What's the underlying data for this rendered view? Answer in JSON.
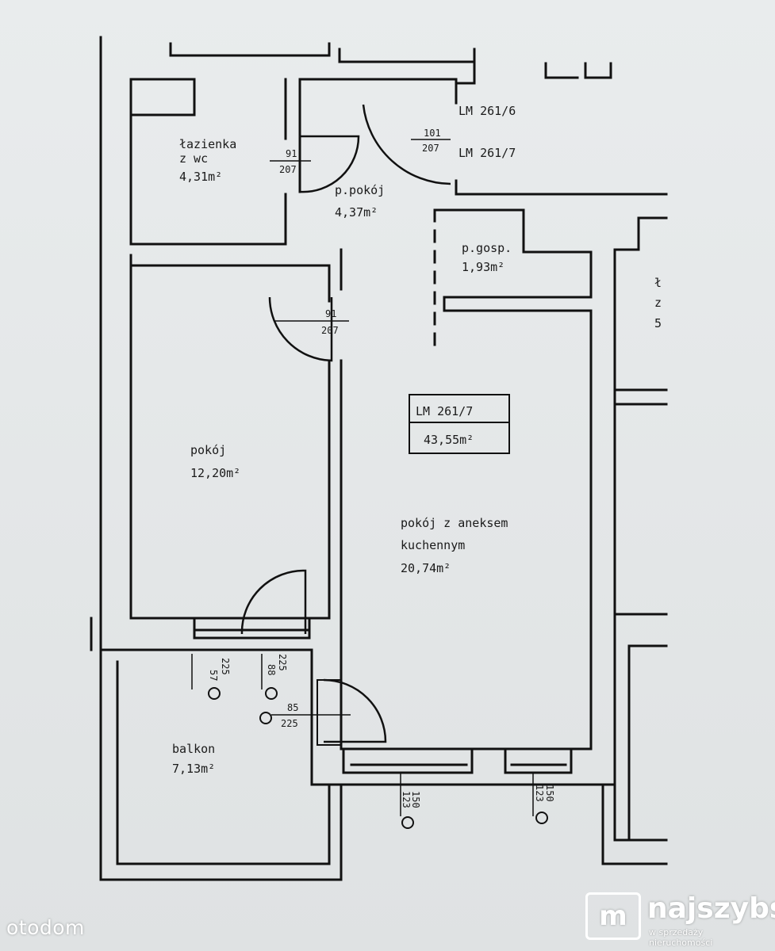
{
  "rooms": {
    "bathroom": {
      "name_line1": "łazienka",
      "name_line2": "z wc",
      "area": "4,31m²"
    },
    "hallway": {
      "name": "p.pokój",
      "area": "4,37m²"
    },
    "storage": {
      "name": "p.gosp.",
      "area": "1,93m²"
    },
    "bedroom": {
      "name": "pokój",
      "area": "12,20m²"
    },
    "living": {
      "name_line1": "pokój z aneksem",
      "name_line2": "kuchennym",
      "area": "20,74m²"
    },
    "balcony": {
      "name": "balkon",
      "area": "7,13m²"
    },
    "neighbor_partial": {
      "line1": "ł",
      "line2": "z",
      "line3": "5"
    }
  },
  "unit_box": {
    "id": "LM 261/7",
    "area": "43,55m²"
  },
  "neighbor_labels": {
    "lm_6": "LM 261/6",
    "lm_7": "LM 261/7"
  },
  "doors": {
    "entry": {
      "width": "101",
      "height": "207"
    },
    "bathroom": {
      "width": "91",
      "height": "207"
    },
    "bedroom": {
      "width": "91",
      "height": "207"
    },
    "balcony": {
      "width": "85",
      "height": "225"
    }
  },
  "windows": {
    "bedroom_left": {
      "width": "57",
      "height": "225"
    },
    "bedroom_right": {
      "width": "88",
      "height": "225"
    },
    "living_left": {
      "width": "123",
      "height": "150"
    },
    "living_right": {
      "width": "123",
      "height": "150"
    }
  },
  "watermarks": {
    "left": "otodom",
    "right_logo": "m",
    "right_name": "najszybsi",
    "right_sub": "w sprzedaży nieruchomości"
  }
}
